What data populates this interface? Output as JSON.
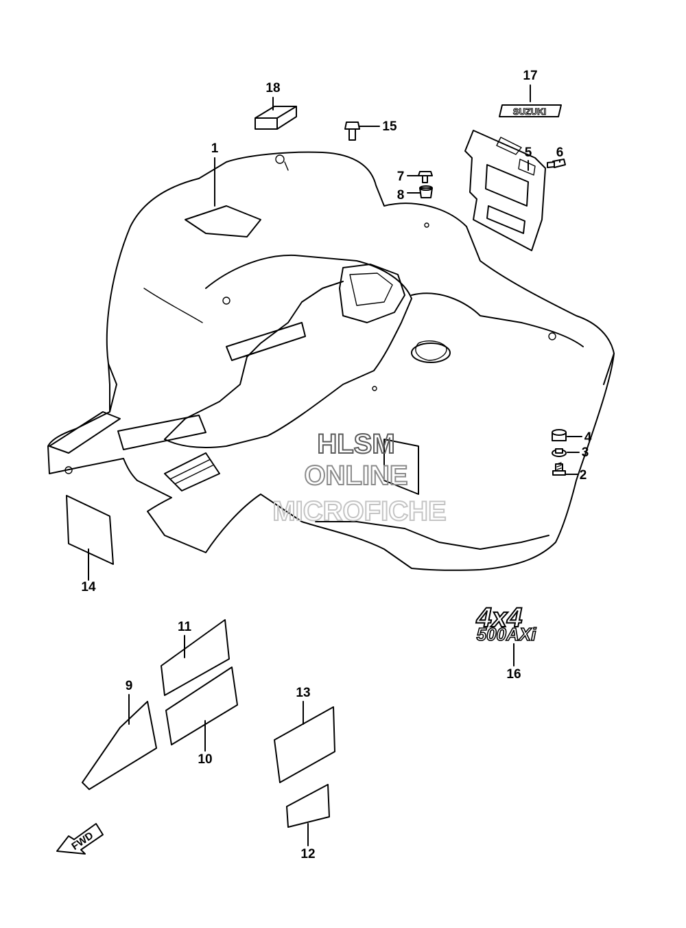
{
  "watermark": {
    "line1": "HLSM",
    "line2": "ONLINE",
    "line3": "MICROFICHE"
  },
  "emblems": {
    "brand": "SUZUKI",
    "model_top": "4x4",
    "model_bottom": "500AXi"
  },
  "fwd_arrow": "FWD",
  "callouts": {
    "c1": "1",
    "c2": "2",
    "c3": "3",
    "c4": "4",
    "c5": "5",
    "c6": "6",
    "c7": "7",
    "c8": "8",
    "c9": "9",
    "c10": "10",
    "c11": "11",
    "c12": "12",
    "c13": "13",
    "c14": "14",
    "c15": "15",
    "c16": "16",
    "c17": "17",
    "c18": "18"
  }
}
